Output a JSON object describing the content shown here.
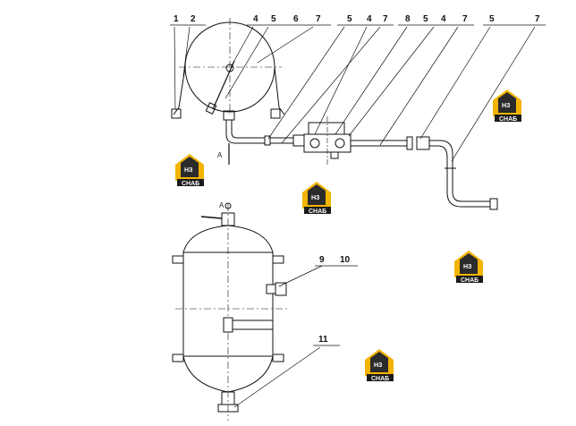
{
  "top_view": {
    "callouts": [
      "1",
      "2",
      "4",
      "5",
      "6",
      "7",
      "5",
      "4",
      "7",
      "8",
      "5",
      "4",
      "7",
      "5",
      "7"
    ],
    "section_label": "A"
  },
  "front_view": {
    "section_label": "A",
    "callouts": [
      "9",
      "10",
      "11"
    ]
  },
  "watermark": {
    "letters": "НЗ",
    "caption": "СНАБ",
    "colors": {
      "roof": "#f2b400",
      "body": "#2b2b2b",
      "caption_bg": "#1a1a1a"
    }
  }
}
